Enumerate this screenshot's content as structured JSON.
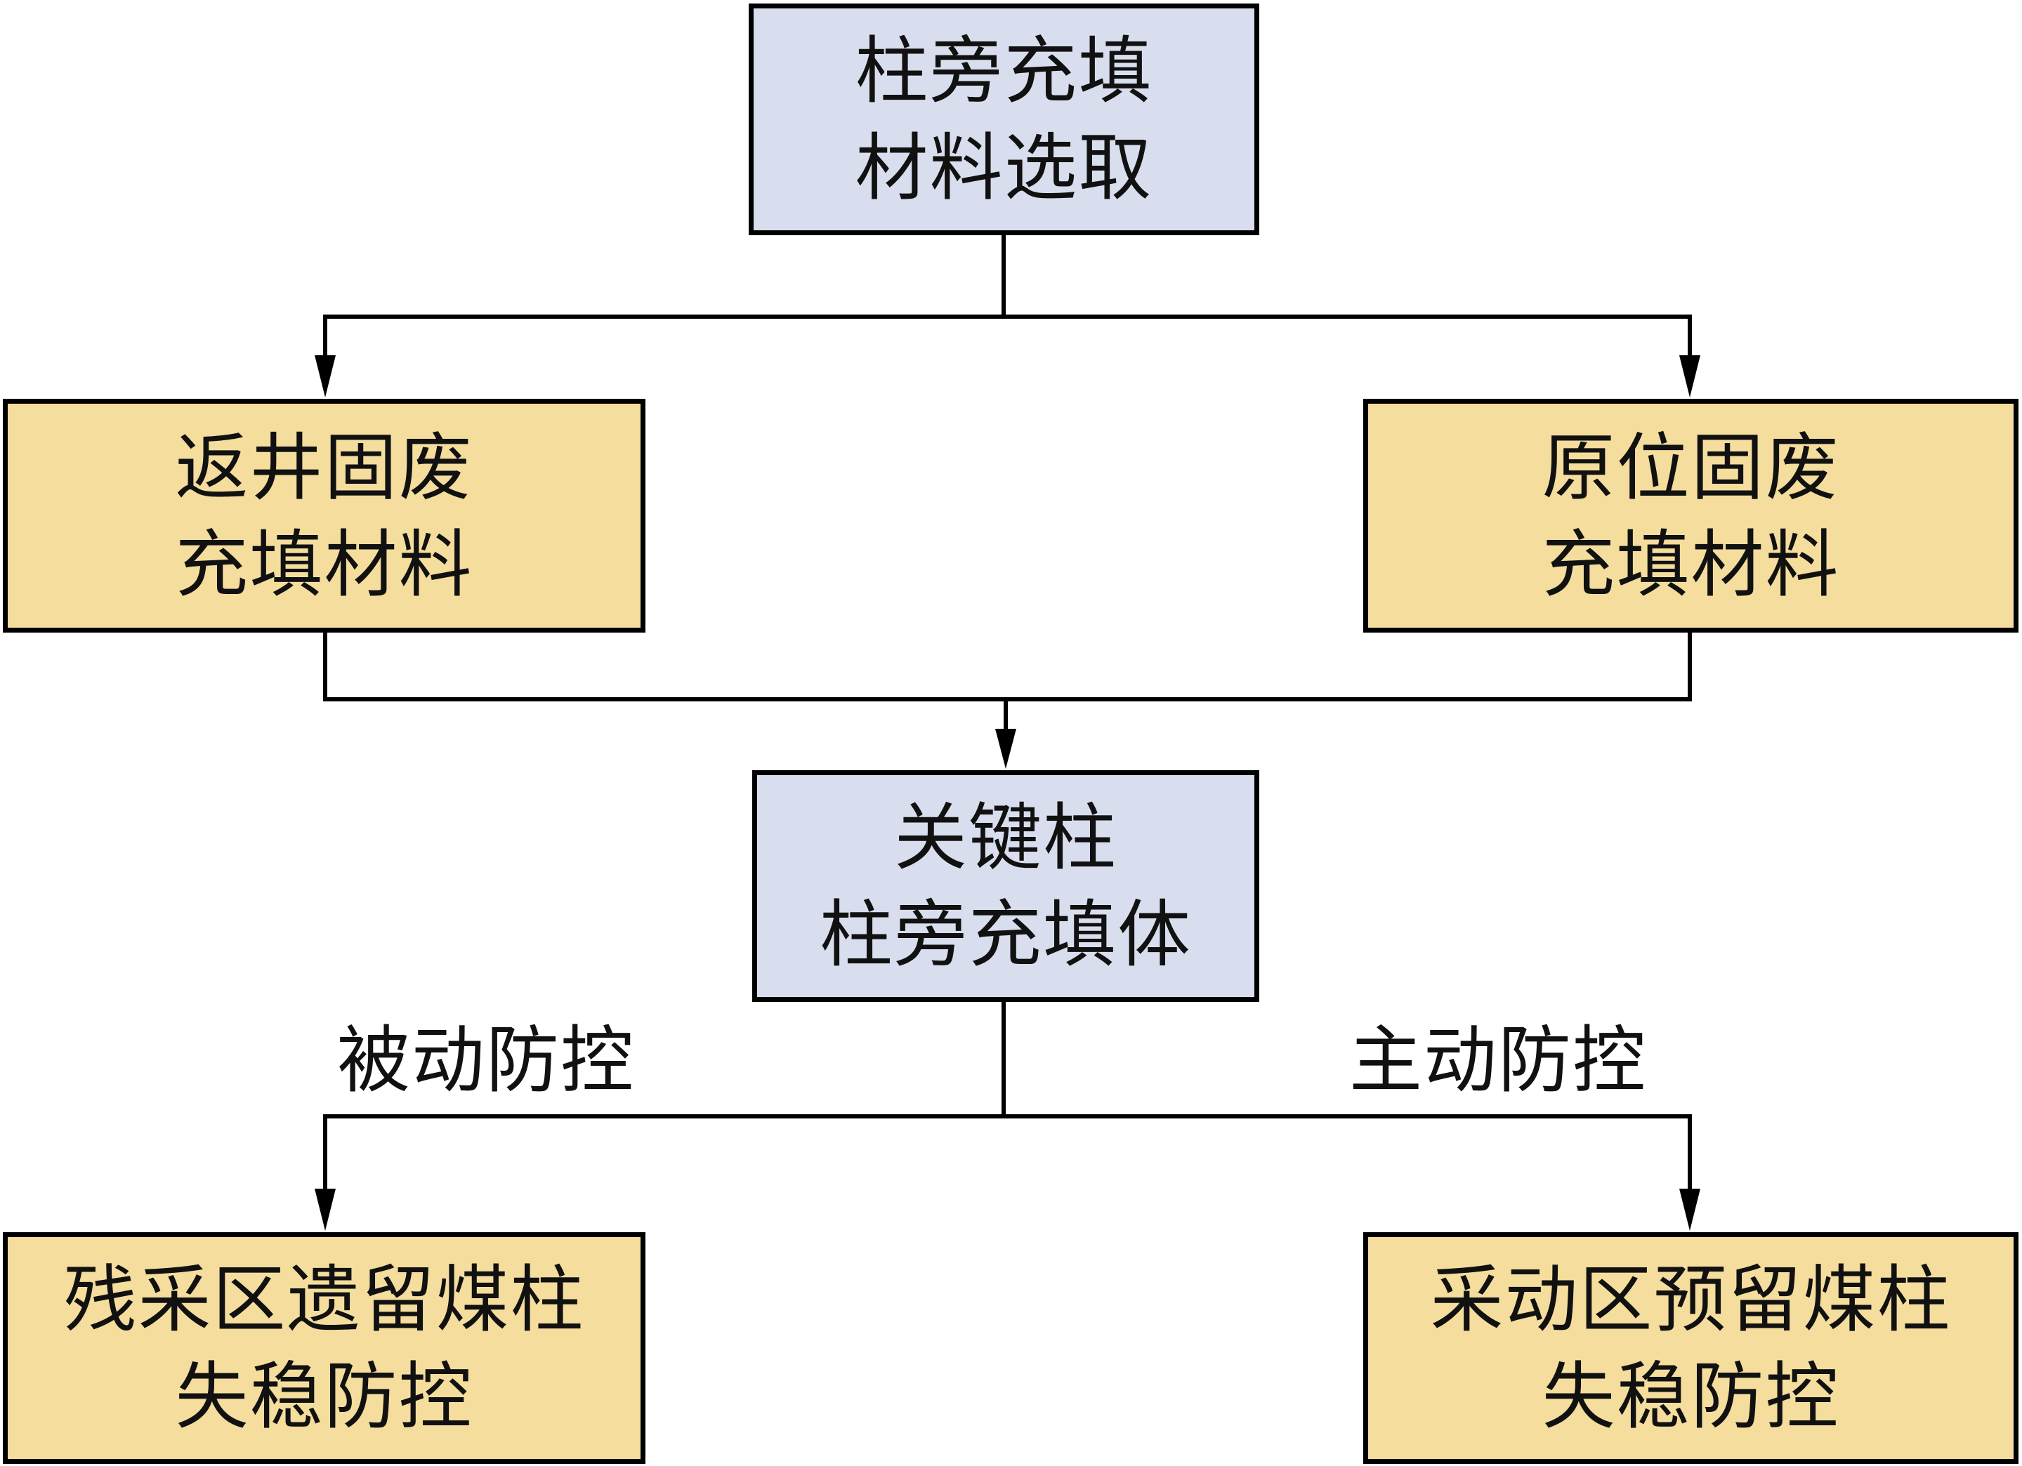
{
  "colors": {
    "primary_fill": "#d9deee",
    "secondary_fill": "#f4dd9d",
    "stroke": "#000000",
    "text": "#111111"
  },
  "nodes": {
    "material_selection": {
      "lines": [
        "柱旁充填",
        "材料选取"
      ]
    },
    "return_well_waste": {
      "lines": [
        "返井固废",
        "充填材料"
      ]
    },
    "in_situ_waste": {
      "lines": [
        "原位固废",
        "充填材料"
      ]
    },
    "key_pillar_fill": {
      "lines": [
        "关键柱",
        "柱旁充填体"
      ]
    },
    "residual_mining_control": {
      "lines": [
        "残采区遗留煤柱",
        "失稳防控"
      ]
    },
    "active_mining_control": {
      "lines": [
        "采动区预留煤柱",
        "失稳防控"
      ]
    }
  },
  "edge_labels": {
    "passive": "被动防控",
    "active": "主动防控"
  }
}
